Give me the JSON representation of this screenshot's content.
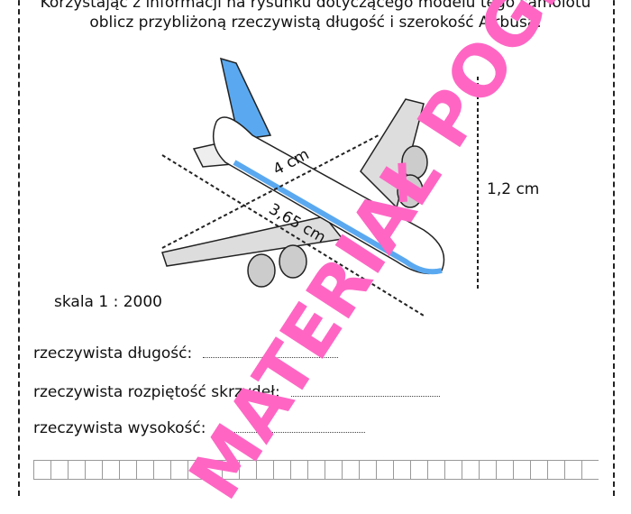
{
  "intro": "Korzystając z informacji na rysunku dotyczącego modelu tego samolotu oblicz przybliżoną rzeczywistą długość i szerokość Airbusa.",
  "figure": {
    "length_label": "4 cm",
    "wingspan_label": "3,65 cm",
    "height_label": "1,2 cm",
    "scale_label": "skala 1 : 2000"
  },
  "answers": [
    {
      "label": "rzeczywista długość:"
    },
    {
      "label": "rzeczywista rozpiętość skrzydeł:"
    },
    {
      "label": "rzeczywista wysokość:"
    }
  ],
  "watermark": "MATERIAŁ POGLĄDOWY",
  "colors": {
    "watermark": "#ff66c4",
    "plane_accent": "#5aa9f0"
  }
}
